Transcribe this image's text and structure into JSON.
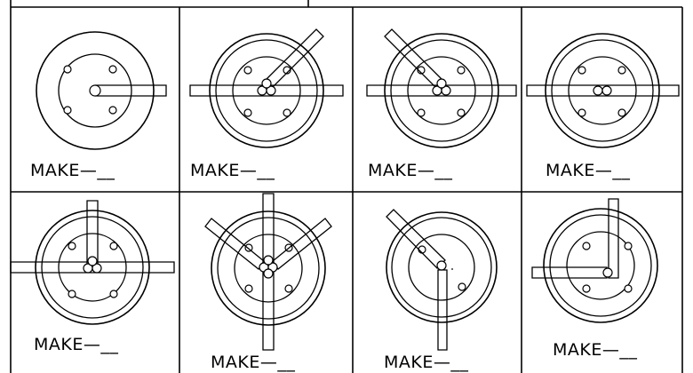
{
  "sheet": {
    "line_color": "#000000",
    "background": "#ffffff"
  },
  "cells": [
    {
      "label": "MAKE—__"
    },
    {
      "label": "MAKE—__"
    },
    {
      "label": "MAKE—__"
    },
    {
      "label": "MAKE—__"
    },
    {
      "label": "MAKE—__"
    },
    {
      "label": "MAKE—__"
    },
    {
      "label": "MAKE—__"
    },
    {
      "label": "MAKE—__"
    }
  ]
}
